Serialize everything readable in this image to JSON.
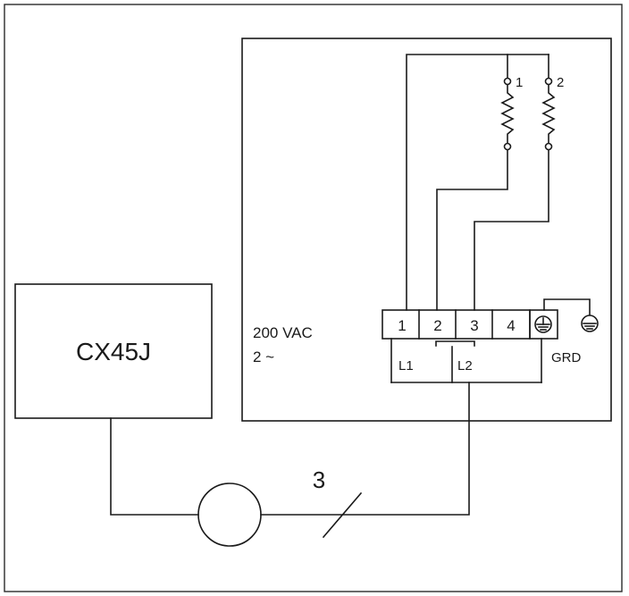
{
  "controller": {
    "label": "CX45J"
  },
  "supply": {
    "voltage": "200 VAC",
    "phase": "2 ~"
  },
  "heaters": {
    "h1_label": "1",
    "h2_label": "2"
  },
  "terminals": {
    "t1": "1",
    "t2": "2",
    "t3": "3",
    "t4": "4"
  },
  "lines": {
    "l1": "L1",
    "l2": "L2",
    "ground": "GRD"
  },
  "cable": {
    "conductors": "3"
  }
}
